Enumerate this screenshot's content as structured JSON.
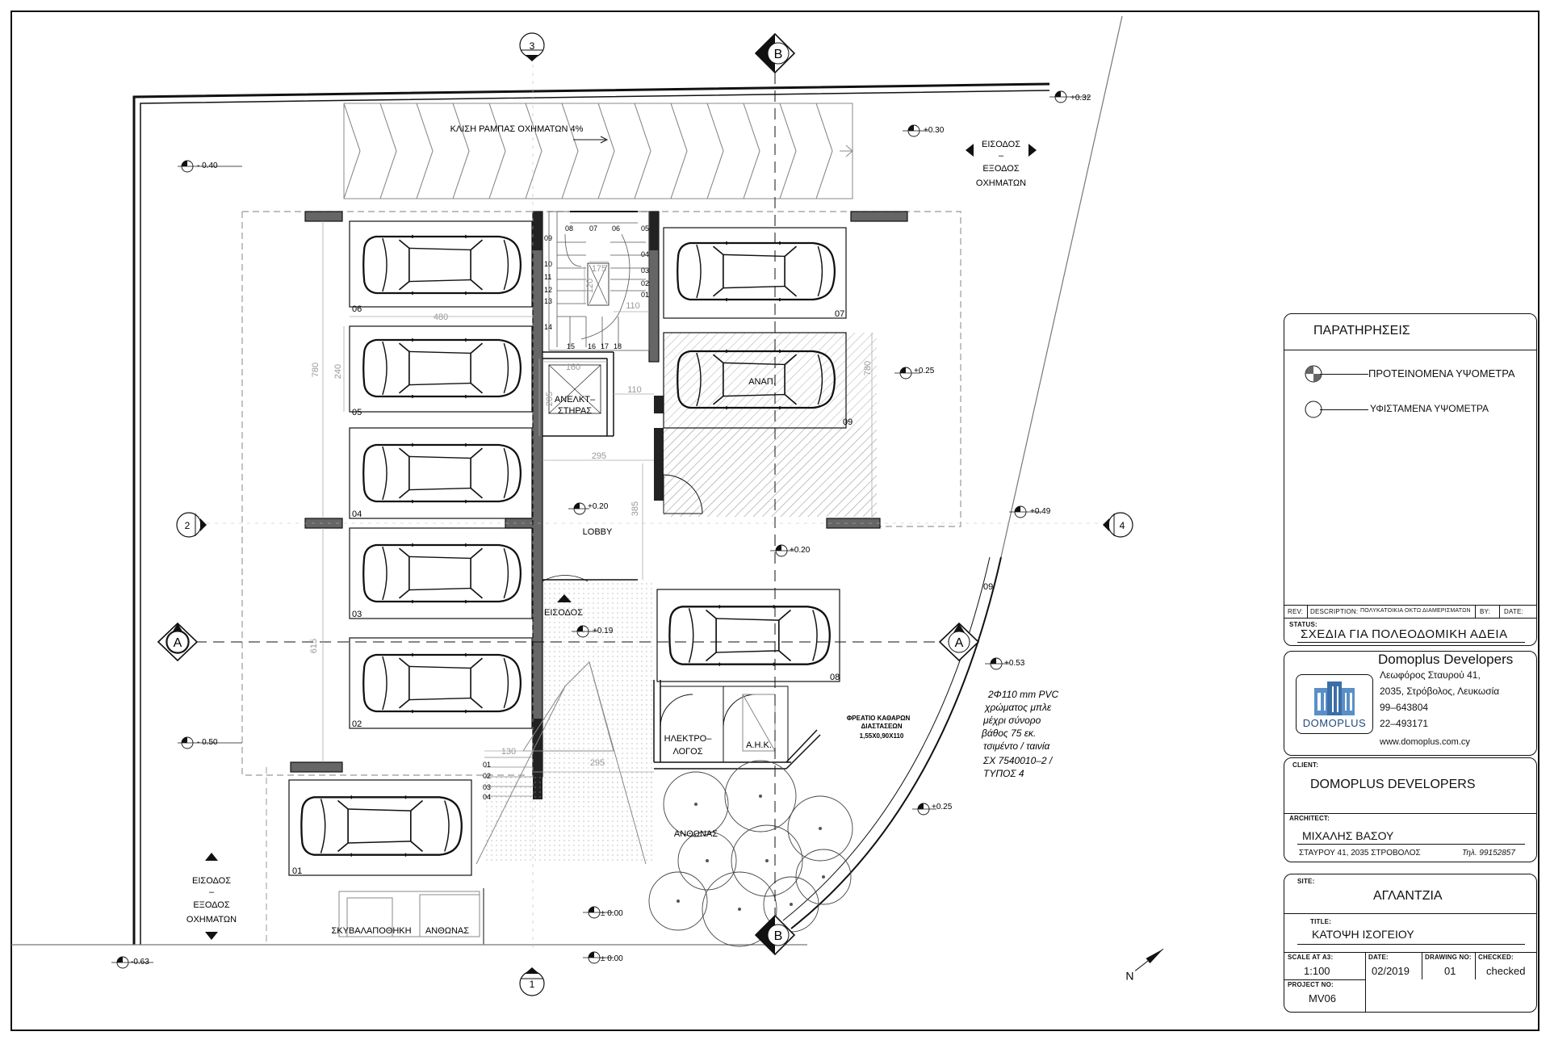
{
  "plan": {
    "ramp_label": "ΚΛΙΣΗ ΡΑΜΠΑΣ ΟΧΗΜΑΤΩΝ 4%",
    "entry_top": "ΕΙΣΟΔΟΣ",
    "dash": "–",
    "exit_top": "ΕΞΟΔΟΣ",
    "exit_top_2": "ΟΧΗΜΑΤΩΝ",
    "entry_bottom": "ΕΙΣΟΔΟΣ",
    "exit_bottom": "ΕΞΟΔΟΣ",
    "exit_bottom_2": "ΟΧΗΜΑΤΩΝ",
    "lobby": "LOBBY",
    "elevator_1": "ΑΝΕΛΚΤ–",
    "elevator_2": "ΣΤΗΡΑΣ",
    "entrance": "ΕΙΣΟΔΟΣ",
    "disabled": "ΑΝΑΠ.",
    "electrical_1": "ΗΛΕΚΤΡΟ–",
    "electrical_2": "ΛΟΓΟΣ",
    "ahk": "Α.Η.Κ.",
    "garden_1": "ΑΝΘΩΝΑΣ",
    "garden_2": "ΑΝΘΩΝΑΣ",
    "garbage": "ΣΚΥΒΑΛΑΠΟΘΗΚΗ",
    "manhole_1": "ΦΡΕΑΤΙΟ ΚΑΘΑΡΩΝ",
    "manhole_2": "ΔΙΑΣΤΑΣΕΩΝ",
    "manhole_3": "1,55Χ0,90Χ110",
    "pipe_1": "2Φ110 mm PVC",
    "pipe_2": "χρώματος μπλε",
    "pipe_3": "μέχρι σύνορο",
    "pipe_4": "βάθος 75 εκ.",
    "pipe_5": "τσιμέντο / ταινία",
    "pipe_6": "ΣΧ 7540010–2 /",
    "pipe_7": "ΤΥΠΟΣ 4",
    "parcel_09": "09",
    "levels": [
      "+0.32",
      "+0.30",
      "- 0.40",
      "+0.25",
      "+0.49",
      "+0.20",
      "+0.20",
      "+0.19",
      "+0.53",
      "- 0.50",
      "+0.25",
      "± 0.00",
      "± 0.00",
      "-0.63"
    ],
    "dims": [
      "480",
      "240",
      "780",
      "780",
      "160",
      "205",
      "110",
      "110",
      "295",
      "385",
      "615",
      "130",
      "295",
      "175",
      "120"
    ],
    "spaces": [
      "06",
      "05",
      "04",
      "03",
      "02",
      "01",
      "07",
      "09",
      "08"
    ],
    "stair_numbers": [
      "08",
      "07",
      "06",
      "05",
      "09",
      "04",
      "10",
      "03",
      "11",
      "02",
      "12",
      "01",
      "13",
      "14",
      "15",
      "16",
      "17",
      "18"
    ],
    "small_steps": [
      "01",
      "02",
      "03",
      "04"
    ],
    "section_a": "A",
    "section_b": "B",
    "axes": [
      "3",
      "2",
      "4",
      "1"
    ]
  },
  "title_block": {
    "remarks_title": "ΠΑΡΑΤΗΡΗΣΕΙΣ",
    "legend_proposed": "ΠΡΟΤΕΙΝΟΜΕΝΑ ΥΨΟΜΕΤΡΑ",
    "legend_existing": "ΥΦΙΣΤΑΜΕΝΑ ΥΨΟΜΕΤΡΑ",
    "rev_label": "REV:",
    "desc_label": "DESCRIPTION:",
    "desc_value": "ΠΟΛΥΚΑΤΟΙΚΙΑ ΟΚΤΩ ΔΙΑΜΕΡΙΣΜΑΤΩΝ",
    "by_label": "BY:",
    "date_label": "DATE:",
    "status_label": "STATUS:",
    "status_value": "ΣΧΕΔΙΑ ΓΙΑ ΠΟΛΕΟΔΟΜΙΚΗ ΑΔΕΙΑ",
    "company_name": "Domoplus Developers",
    "company_address_1": "Λεωφόρος Σταυρού 41,",
    "company_address_2": "2035, Στρόβολος, Λευκωσία",
    "company_phone_1": "99–643804",
    "company_phone_2": "22–493171",
    "company_web": "www.domoplus.com.cy",
    "logo_text": "DOMOPLUS",
    "client_label": "CLIENT:",
    "client_value": "DOMOPLUS DEVELOPERS",
    "architect_label": "ARCHITECT:",
    "architect_value": "ΜΙΧΑΛΗΣ ΒΑΣΟΥ",
    "architect_address": "ΣΤΑΥΡΟΥ 41, 2035 ΣΤΡΟΒΟΛΟΣ",
    "architect_phone": "Τηλ. 99152857",
    "site_label": "SITE:",
    "site_value": "ΑΓΛΑΝΤΖΙΑ",
    "title_label": "TITLE:",
    "title_value": "ΚΑΤΟΨΗ ΙΣΟΓΕΙΟΥ",
    "scale_label": "SCALE AT A3:",
    "scale_value": "1:100",
    "drawdate_label": "DATE:",
    "drawdate_value": "02/2019",
    "drawing_label": "DRAWING NO:",
    "drawing_value": "01",
    "checked_label": "CHECKED:",
    "checked_value": "checked",
    "project_label": "PROJECT NO:",
    "project_value": "MV06"
  },
  "north": "N"
}
